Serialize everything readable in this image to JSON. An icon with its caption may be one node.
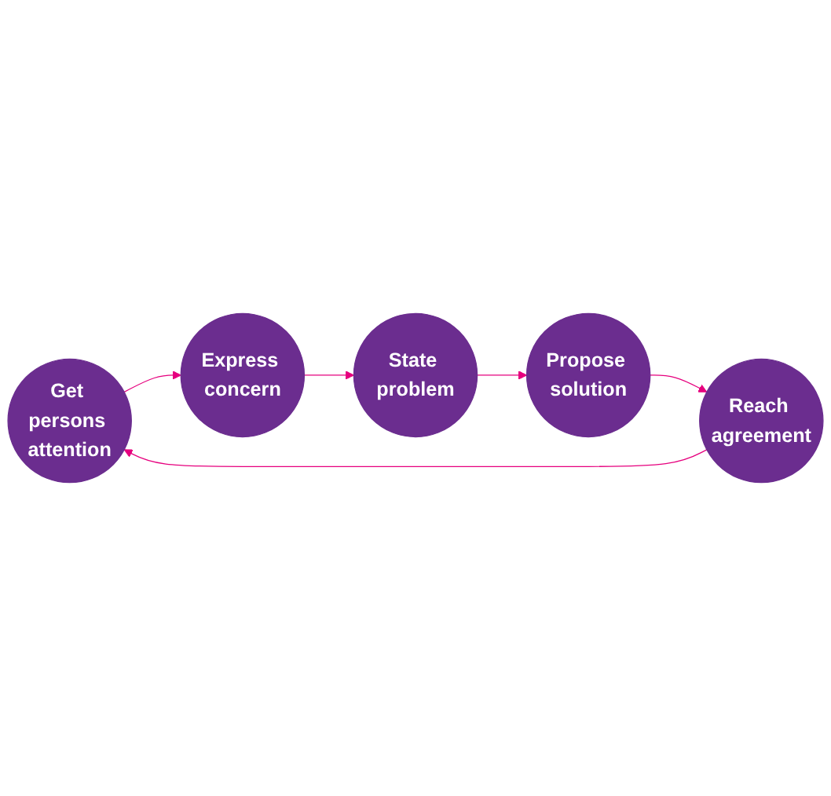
{
  "diagram": {
    "nodes": [
      {
        "text": [
          "Get persons attention"
        ]
      },
      {
        "text": [
          "Express concern"
        ]
      },
      {
        "text": [
          "State problem"
        ]
      },
      {
        "text": [
          "Propose solution"
        ]
      },
      {
        "text": [
          "Reach agreement"
        ]
      }
    ],
    "edges": [
      {
        "from": 0,
        "to": 1,
        "arrow": "to"
      },
      {
        "from": 1,
        "to": 2,
        "arrow": "to"
      },
      {
        "from": 2,
        "to": 3,
        "arrow": "to"
      },
      {
        "from": 3,
        "to": 4,
        "arrow": "to"
      },
      {
        "from": 4,
        "to": 0,
        "arrow": "to"
      }
    ]
  }
}
